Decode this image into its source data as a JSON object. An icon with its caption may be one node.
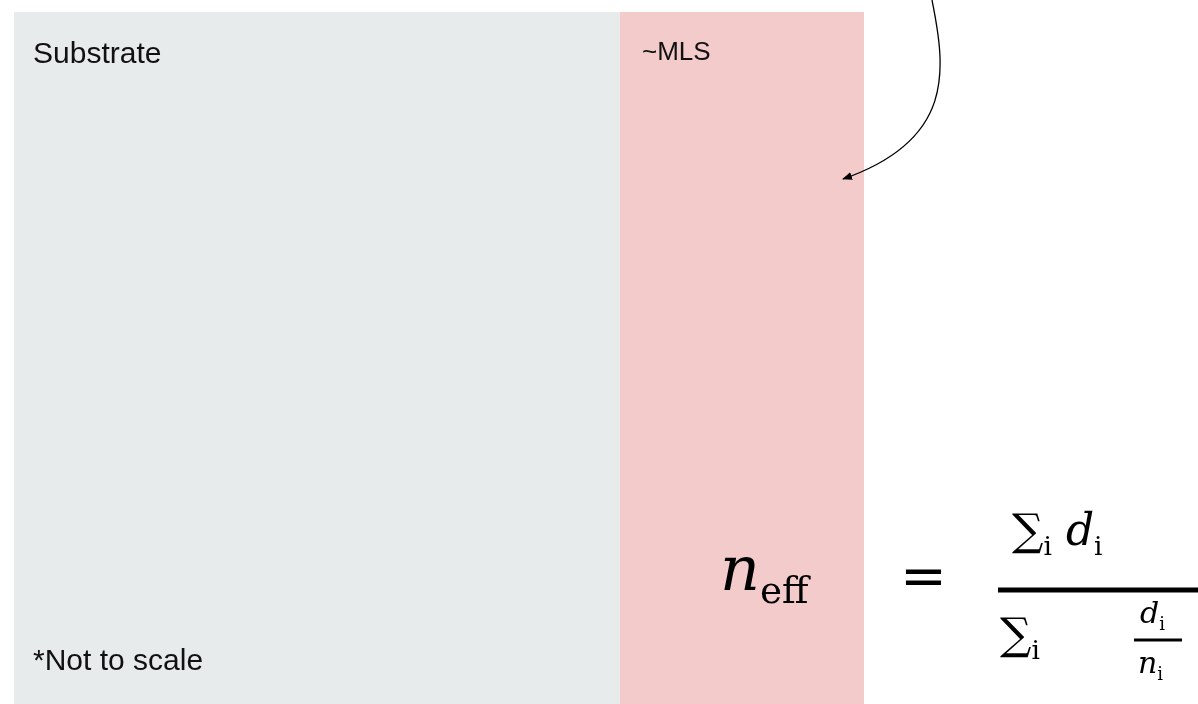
{
  "diagram": {
    "nodes": [
      {
        "text": [
          "Substrate"
        ]
      },
      {
        "text": [
          "~MLS"
        ]
      }
    ],
    "edges": [
      {
        "from": null,
        "to": 1,
        "arrow": "to"
      }
    ],
    "labels": [
      "*Not to scale",
      "*n*$_{eff}$",
      "=",
      "∑$_{i}$ *d*$_{i}$",
      "∑$_{i}$",
      "*d*$_{i}$",
      "*n*$_{i}$"
    ]
  }
}
